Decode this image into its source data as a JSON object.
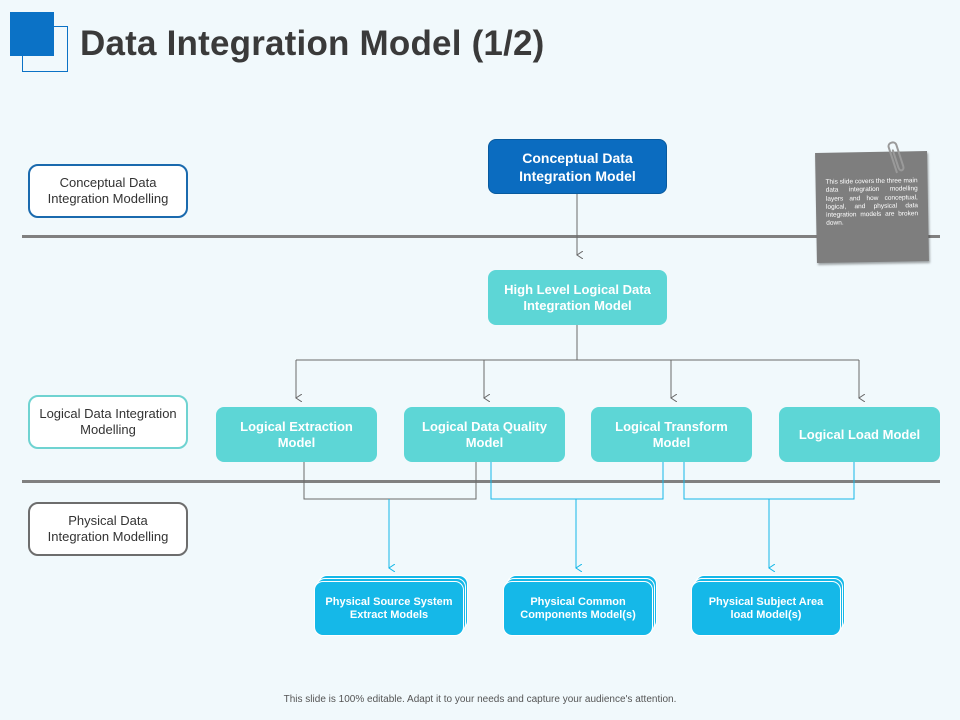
{
  "title": "Data Integration Model (1/2)",
  "layers": {
    "conceptual": "Conceptual Data Integration Modelling",
    "logical": "Logical Data Integration Modelling",
    "physical": "Physical Data Integration Modelling"
  },
  "conceptual_model": "Conceptual Data Integration Model",
  "high_level_model": "High Level Logical Data Integration Model",
  "logical_models": [
    "Logical Extraction Model",
    "Logical Data Quality Model",
    "Logical Transform Model",
    "Logical Load Model"
  ],
  "physical_models": [
    "Physical Source System Extract Models",
    "Physical Common Components Model(s)",
    "Physical Subject Area load Model(s)"
  ],
  "note": "This slide covers the three main data integration modelling layers and how conceptual, logical, and physical data integration models are broken down.",
  "footer": "This slide is 100% editable. Adapt it to your needs and capture your audience's attention.",
  "colors": {
    "conceptual": "#0b6cc0",
    "logical": "#5dd6d6",
    "physical": "#15b8e8",
    "note": "#7e7e7e"
  }
}
